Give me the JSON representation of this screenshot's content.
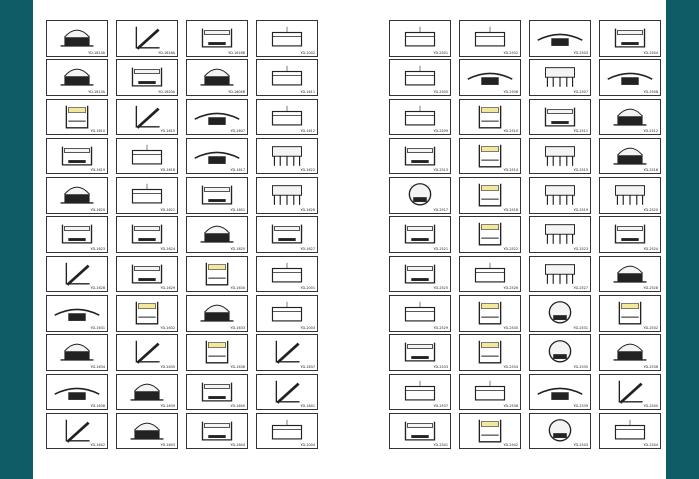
{
  "colors": {
    "background": "#0f5c66",
    "page": "#ffffff",
    "profile": "#222222",
    "diffuser": "#f4f4f4",
    "highlight": "#f3e89a"
  },
  "left_page": {
    "products": [
      {
        "code": "YD-1613A",
        "shape": "round-top"
      },
      {
        "code": "YD-1616A",
        "shape": "corner"
      },
      {
        "code": "YD-1616B",
        "shape": "u-flat"
      },
      {
        "code": "YD-2002",
        "shape": "flat"
      },
      {
        "code": "YD-1613A",
        "shape": "round-top"
      },
      {
        "code": "YD-1620A",
        "shape": "u-flat"
      },
      {
        "code": "YD-1604B",
        "shape": "round-top"
      },
      {
        "code": "YD-1611",
        "shape": "flat"
      },
      {
        "code": "YD-1610",
        "shape": "deep-u"
      },
      {
        "code": "YD-1615",
        "shape": "corner"
      },
      {
        "code": "YD-1607",
        "shape": "wing"
      },
      {
        "code": "YD-1612",
        "shape": "flat"
      },
      {
        "code": "YD-1619",
        "shape": "u-flat"
      },
      {
        "code": "YD-1618",
        "shape": "flat"
      },
      {
        "code": "YD-1617",
        "shape": "wing"
      },
      {
        "code": "YD-1622",
        "shape": "fin"
      },
      {
        "code": "YD-1620",
        "shape": "round-top"
      },
      {
        "code": "YD-1621",
        "shape": "flat"
      },
      {
        "code": "YD-1601",
        "shape": "u-flat"
      },
      {
        "code": "YD-1626",
        "shape": "fin"
      },
      {
        "code": "YD-1623",
        "shape": "u-flat"
      },
      {
        "code": "YD-1624",
        "shape": "u-flat"
      },
      {
        "code": "YD-1625",
        "shape": "round-top"
      },
      {
        "code": "YD-1627",
        "shape": "u-flat"
      },
      {
        "code": "YD-1628",
        "shape": "corner"
      },
      {
        "code": "YD-1629",
        "shape": "u-flat"
      },
      {
        "code": "YD-1630",
        "shape": "deep-u"
      },
      {
        "code": "YD-2001",
        "shape": "flat"
      },
      {
        "code": "YD-1631",
        "shape": "wing"
      },
      {
        "code": "YD-1632",
        "shape": "deep-u"
      },
      {
        "code": "YD-1633",
        "shape": "round-top"
      },
      {
        "code": "YD-2003",
        "shape": "flat"
      },
      {
        "code": "YD-1634",
        "shape": "round-top"
      },
      {
        "code": "YD-1635",
        "shape": "corner"
      },
      {
        "code": "YD-1636",
        "shape": "deep-u"
      },
      {
        "code": "YD-1637",
        "shape": "corner"
      },
      {
        "code": "YD-1638",
        "shape": "wing"
      },
      {
        "code": "YD-1639",
        "shape": "round-top"
      },
      {
        "code": "YD-1640",
        "shape": "u-flat"
      },
      {
        "code": "YD-1641",
        "shape": "corner"
      },
      {
        "code": "YD-1642",
        "shape": "corner"
      },
      {
        "code": "YD-1643",
        "shape": "round-top"
      },
      {
        "code": "YD-1644",
        "shape": "u-flat"
      },
      {
        "code": "YD-2004",
        "shape": "flat"
      }
    ]
  },
  "right_page": {
    "products": [
      {
        "code": "YD-2501",
        "shape": "flat"
      },
      {
        "code": "YD-2502",
        "shape": "flat"
      },
      {
        "code": "YD-2503",
        "shape": "wing"
      },
      {
        "code": "YD-2504",
        "shape": "u-flat"
      },
      {
        "code": "YD-2505",
        "shape": "flat"
      },
      {
        "code": "YD-2506",
        "shape": "wing"
      },
      {
        "code": "YD-2507",
        "shape": "fin"
      },
      {
        "code": "YD-2508",
        "shape": "wing"
      },
      {
        "code": "YD-2509",
        "shape": "flat"
      },
      {
        "code": "YD-2510",
        "shape": "deep-u"
      },
      {
        "code": "YD-2511",
        "shape": "u-flat"
      },
      {
        "code": "YD-2512",
        "shape": "round-top"
      },
      {
        "code": "YD-2513",
        "shape": "u-flat"
      },
      {
        "code": "YD-2514",
        "shape": "deep-u"
      },
      {
        "code": "YD-2515",
        "shape": "fin"
      },
      {
        "code": "YD-2516",
        "shape": "round-top"
      },
      {
        "code": "YD-2517",
        "shape": "circle"
      },
      {
        "code": "YD-2518",
        "shape": "deep-u"
      },
      {
        "code": "YD-2519",
        "shape": "fin"
      },
      {
        "code": "YD-2520",
        "shape": "fin"
      },
      {
        "code": "YD-2521",
        "shape": "u-flat"
      },
      {
        "code": "YD-2522",
        "shape": "deep-u"
      },
      {
        "code": "YD-2523",
        "shape": "fin"
      },
      {
        "code": "YD-2524",
        "shape": "u-flat"
      },
      {
        "code": "YD-2525",
        "shape": "u-flat"
      },
      {
        "code": "YD-2526",
        "shape": "flat"
      },
      {
        "code": "YD-2527",
        "shape": "fin"
      },
      {
        "code": "YD-2528",
        "shape": "round-top"
      },
      {
        "code": "YD-2529",
        "shape": "flat"
      },
      {
        "code": "YD-2530",
        "shape": "deep-u"
      },
      {
        "code": "YD-2531",
        "shape": "circle"
      },
      {
        "code": "YD-2532",
        "shape": "deep-u"
      },
      {
        "code": "YD-2533",
        "shape": "u-flat"
      },
      {
        "code": "YD-2534",
        "shape": "deep-u"
      },
      {
        "code": "YD-2535",
        "shape": "circle"
      },
      {
        "code": "YD-2536",
        "shape": "round-top"
      },
      {
        "code": "YD-2537",
        "shape": "flat"
      },
      {
        "code": "YD-2538",
        "shape": "flat"
      },
      {
        "code": "YD-2539",
        "shape": "wing"
      },
      {
        "code": "YD-2540",
        "shape": "corner"
      },
      {
        "code": "YD-2541",
        "shape": "u-flat"
      },
      {
        "code": "YD-2542",
        "shape": "deep-u"
      },
      {
        "code": "YD-2543",
        "shape": "circle"
      },
      {
        "code": "YD-2544",
        "shape": "flat"
      }
    ]
  }
}
